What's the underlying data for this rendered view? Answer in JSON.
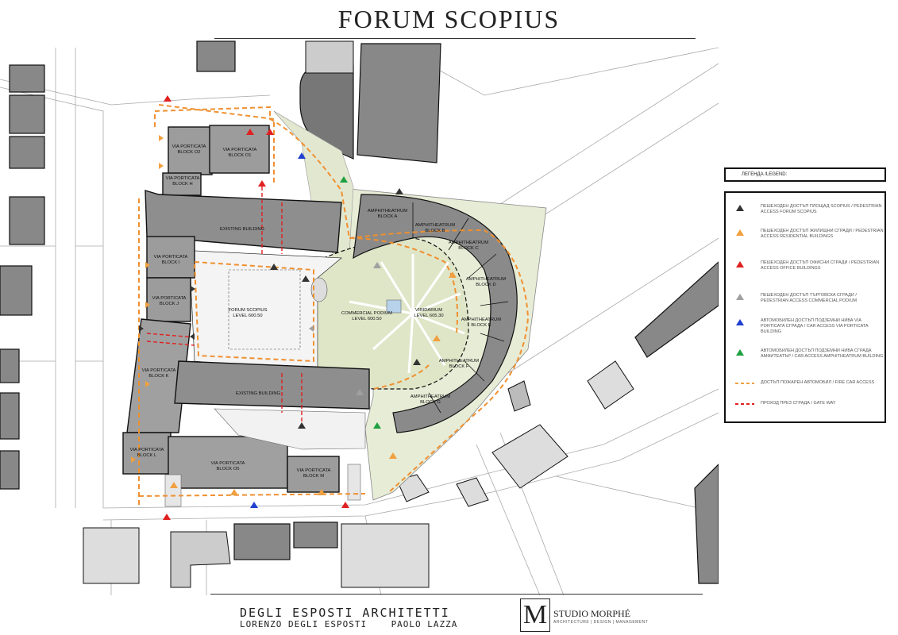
{
  "title": "FORUM SCOPIUS",
  "credits": {
    "architect": "DEGLI ESPOSTI ARCHITETTI",
    "names": "LORENZO DEGLI ESPOSTI    PAOLO LAZZA",
    "studio_mark": "M",
    "studio": "STUDIO MORPHÉ",
    "studio_tagline": "ARCHITECTURE | DESIGN | MANAGEMENT"
  },
  "legend": {
    "header": "ЛЕГЕНДА /LEGEND:",
    "items": [
      {
        "symbol": "dark-triangle",
        "color": "#333333",
        "text": "ПЕШЕХОДЕН ДОСТЪП ПЛОЩАД SCOPIUS / PEDESTRIAN ACCESS FORUM SCOPIUS"
      },
      {
        "symbol": "orange-triangle",
        "color": "#f0a040",
        "text": "ПЕШЕХОДЕН ДОСТЪП ЖИЛИЩНИ СГРАДИ / PEDESTRIAN ACCESS RESIDENTIAL BUILDINGS"
      },
      {
        "symbol": "red-triangle",
        "color": "#e02020",
        "text": "ПЕШЕХОДЕН ДОСТЪП ОФИСНИ СГРАДИ / PEDESTRIAN ACCESS OFFICE BUILDINGS"
      },
      {
        "symbol": "grey-triangle",
        "color": "#a0a0a0",
        "text": "ПЕШЕХОДЕН ДОСТЪП ТЪРГОВСКА СГРАДИ / PEDESTRIAN ACCESS COMMERCIAL PODIUM"
      },
      {
        "symbol": "blue-triangle",
        "color": "#2040d0",
        "text": "АВТОМОБИЛЕН ДОСТЪП ПОДЗЕМНИ НИВА VIA PORTICATA СГРАДА / CAR ACCESS VIA PORTICATA BUILDING"
      },
      {
        "symbol": "green-triangle",
        "color": "#20a040",
        "text": "АВТОМОБИЛЕН ДОСТЪП ПОДЗЕМНИ НИВА СГРАДА АМФИТЕАТЪР / CAR ACCESS AMPHITHEATRUM BUILDING"
      },
      {
        "symbol": "orange-dash",
        "color": "#f0a040",
        "text": "ДОСТЪП ПОЖАРЕН АВТОМОБИЛ / FIRE CAR ACCESS"
      },
      {
        "symbol": "red-dash",
        "color": "#e02020",
        "text": "ПРОХОД ПРЕЗ СГРАДА / GATE WAY"
      }
    ]
  },
  "plan_labels": {
    "o2": [
      "VIA PORTICATA",
      "BLOCK O2"
    ],
    "o1": [
      "VIA PORTICATA",
      "BLOCK O1"
    ],
    "h": [
      "VIA PORTICATA",
      "BLOCK H"
    ],
    "existing_north": [
      "EXISTING BUILDING"
    ],
    "i": [
      "VIA PORTICATA",
      "BLOCK I"
    ],
    "j": [
      "VIA PORTICATA",
      "BLOCK J"
    ],
    "k": [
      "VIA PORTICATA",
      "BLOCK K"
    ],
    "forum": [
      "FORUM SCOPIUS",
      "LEVEL 600.50"
    ],
    "existing_south": [
      "EXISTING BUILDING"
    ],
    "l": [
      "VIA PORTICATA",
      "BLOCK L"
    ],
    "o5": [
      "VIA PORTICATA",
      "BLOCK O5"
    ],
    "m": [
      "VIA PORTICATA",
      "BLOCK M"
    ],
    "commercial": [
      "COMMERCIAL PODIUM",
      "LEVEL 600.50"
    ],
    "viridarium": [
      "VIRIDARIUM",
      "LEVEL 605.30"
    ],
    "amph_a": [
      "AMPHITHEATRUM",
      "BLOCK A"
    ],
    "amph_b": [
      "AMPHITHEATRUM",
      "BLOCK B"
    ],
    "amph_c": [
      "AMPHITHEATRUM",
      "BLOCK C"
    ],
    "amph_d": [
      "AMPHITHEATRUM",
      "BLOCK D"
    ],
    "amph_e": [
      "AMPHITHEATRUM",
      "BLOCK E"
    ],
    "amph_f": [
      "AMPHITHEATRUM",
      "BLOCK F"
    ],
    "amph_g": [
      "AMPHITHEATRUM",
      "BLOCK G"
    ]
  }
}
